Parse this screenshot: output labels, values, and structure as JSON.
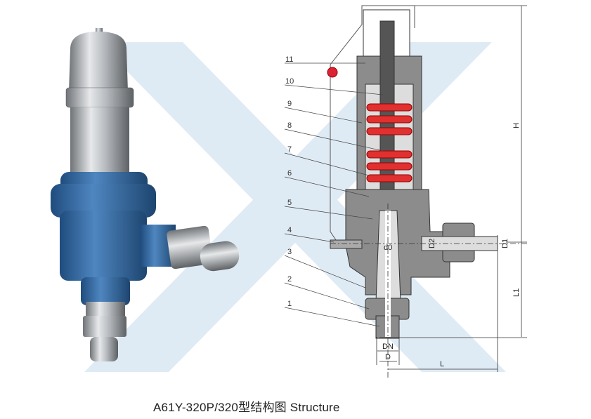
{
  "caption": "A61Y-320P/320型结构图 Structure",
  "part_labels": [
    "11",
    "10",
    "9",
    "8",
    "7",
    "6",
    "5",
    "4",
    "3",
    "2",
    "1"
  ],
  "dimensions": {
    "H": "H",
    "L1": "L1",
    "L": "L",
    "D": "D",
    "DN": "DN",
    "D1": "D1",
    "D2": "D2",
    "d0": "d0"
  },
  "colors": {
    "valve_body": "#3a6fa8",
    "steel": "#b8bcc0",
    "spring": "#e03030",
    "section_gray": "#8c8c8c",
    "watermark": "#c5dcec"
  }
}
